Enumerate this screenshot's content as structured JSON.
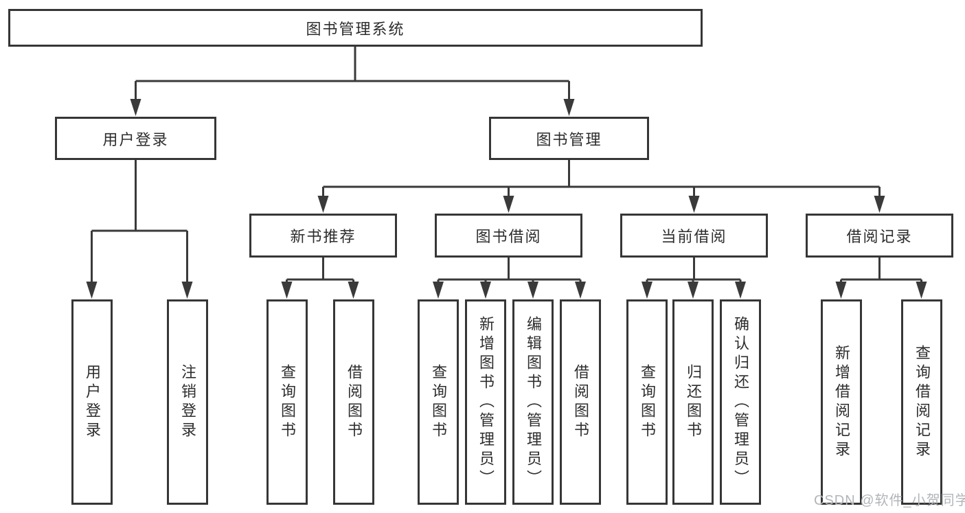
{
  "diagram_title": "图书管理系统",
  "colors": {
    "line": "#363636",
    "text": "#2d2d2d",
    "background": "#ffffff",
    "watermark": "#b2b5b9"
  },
  "tree": {
    "label": "图书管理系统",
    "children": [
      {
        "label": "用户登录",
        "children": [
          {
            "label": "用户登录"
          },
          {
            "label": "注销登录"
          }
        ]
      },
      {
        "label": "图书管理",
        "children": [
          {
            "label": "新书推荐",
            "children": [
              {
                "label": "查询图书"
              },
              {
                "label": "借阅图书"
              }
            ]
          },
          {
            "label": "图书借阅",
            "children": [
              {
                "label": "查询图书"
              },
              {
                "label": "新增图书（管理员）"
              },
              {
                "label": "编辑图书（管理员）"
              },
              {
                "label": "借阅图书"
              }
            ]
          },
          {
            "label": "当前借阅",
            "children": [
              {
                "label": "查询图书"
              },
              {
                "label": "归还图书"
              },
              {
                "label": "确认归还（管理员）"
              }
            ]
          },
          {
            "label": "借阅记录",
            "children": [
              {
                "label": "新增借阅记录"
              },
              {
                "label": "查询借阅记录"
              }
            ]
          }
        ]
      }
    ]
  },
  "watermark": {
    "text": "CSDN @软件_小贺同学"
  }
}
